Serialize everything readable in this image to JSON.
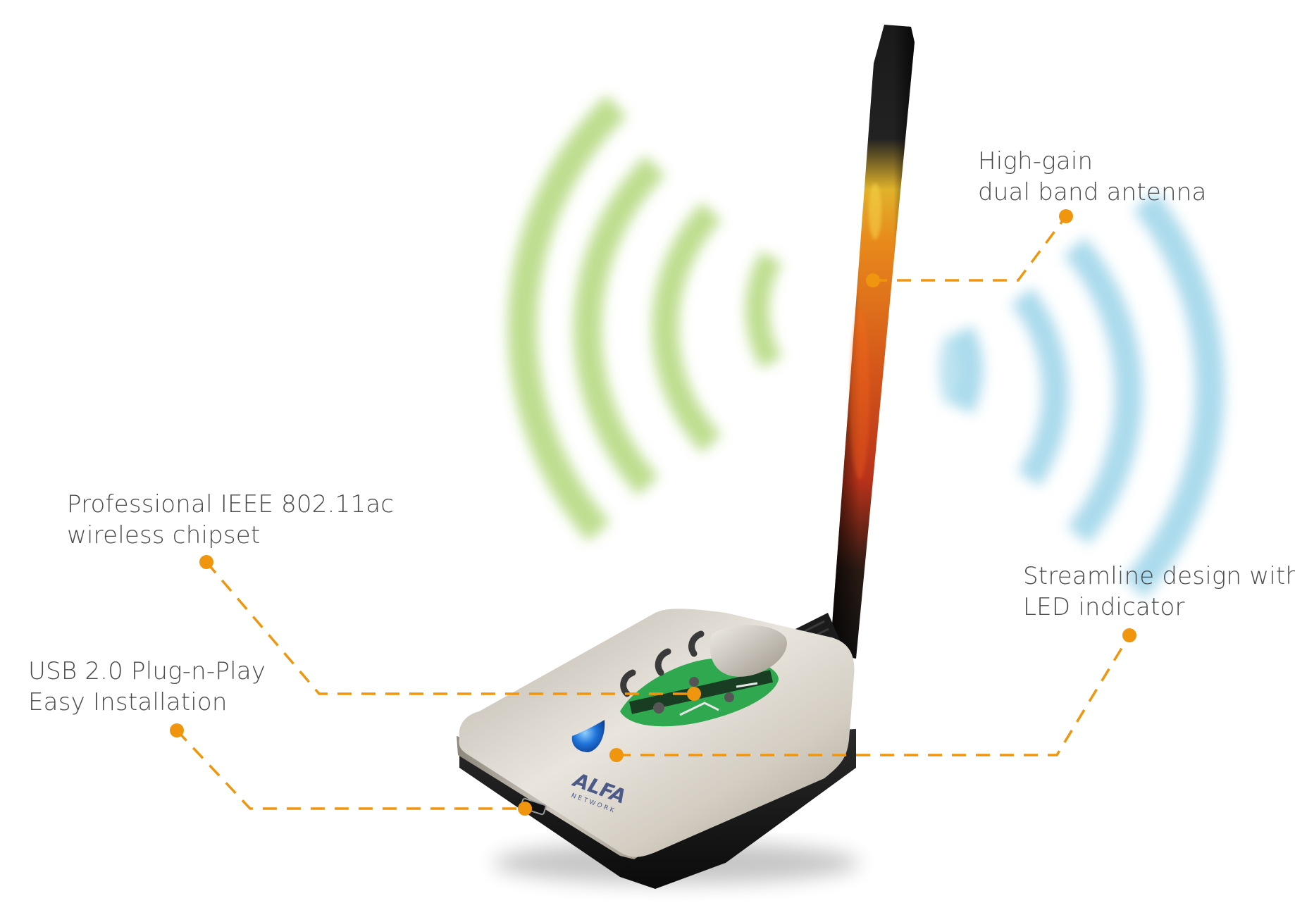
{
  "colors": {
    "leader_line": "#F0960E",
    "wave_green": "#A9D36B",
    "wave_blue": "#8FCFE6",
    "text": "#4a4a4a",
    "device_body": "#C9C2B6",
    "device_base": "#1c1c1c",
    "led": "#1F73D9",
    "board": "#2FA84F"
  },
  "device": {
    "logo": "ALFA",
    "logo_sub": "NETWORK"
  },
  "callouts": [
    {
      "id": "antenna",
      "lines": [
        "High-gain",
        "dual band antenna"
      ]
    },
    {
      "id": "chipset",
      "lines": [
        "Professional IEEE 802.11ac",
        "wireless chipset"
      ]
    },
    {
      "id": "led",
      "lines": [
        "Streamline design with",
        "LED indicator"
      ]
    },
    {
      "id": "usb",
      "lines": [
        "USB 2.0 Plug-n-Play",
        "Easy Installation"
      ]
    }
  ],
  "icons": {
    "signal_left": "wifi-waves-green-icon",
    "signal_right": "wifi-waves-blue-icon",
    "usb_port": "mini-usb-port-icon",
    "led": "led-indicator-icon"
  }
}
